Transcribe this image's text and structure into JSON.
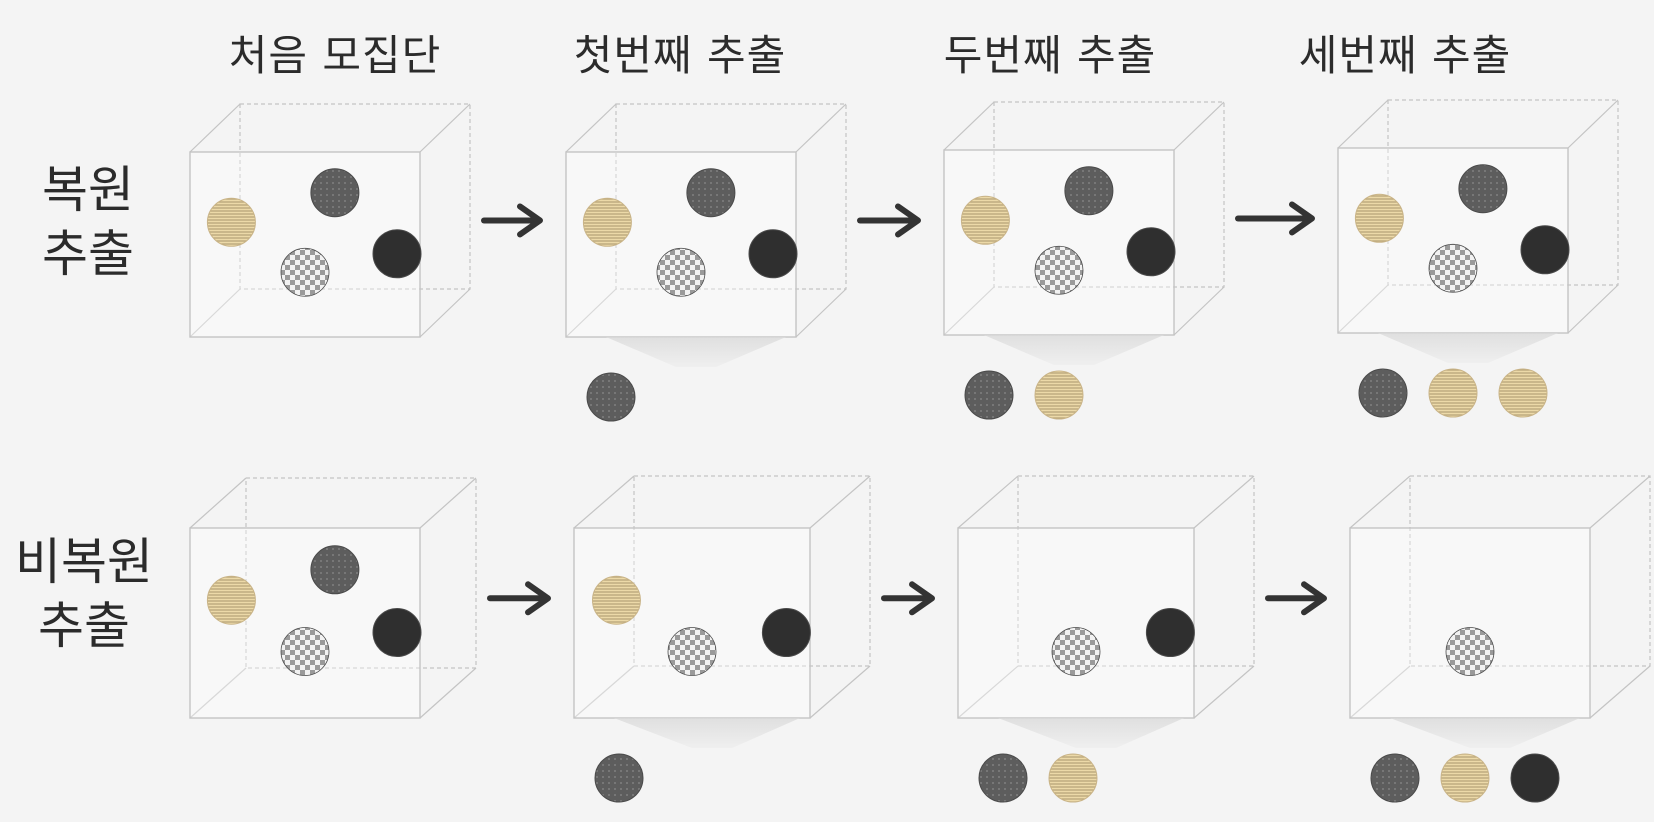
{
  "headers": [
    "처음 모집단",
    "첫번째 추출",
    "두번째 추출",
    "세번째 추출"
  ],
  "rows": [
    {
      "label_line1": "복원",
      "label_line2": "추출",
      "stages": [
        {
          "in_box": [
            "striped",
            "dotted",
            "checkered",
            "black"
          ],
          "drawn": []
        },
        {
          "in_box": [
            "striped",
            "dotted",
            "checkered",
            "black"
          ],
          "drawn": [
            "dotted"
          ]
        },
        {
          "in_box": [
            "striped",
            "dotted",
            "checkered",
            "black"
          ],
          "drawn": [
            "dotted",
            "striped"
          ]
        },
        {
          "in_box": [
            "striped",
            "dotted",
            "checkered",
            "black"
          ],
          "drawn": [
            "dotted",
            "striped",
            "striped"
          ]
        }
      ]
    },
    {
      "label_line1": "비복원",
      "label_line2": "추출",
      "stages": [
        {
          "in_box": [
            "striped",
            "dotted",
            "checkered",
            "black"
          ],
          "drawn": []
        },
        {
          "in_box": [
            "striped",
            "checkered",
            "black"
          ],
          "drawn": [
            "dotted"
          ]
        },
        {
          "in_box": [
            "checkered",
            "black"
          ],
          "drawn": [
            "dotted",
            "striped"
          ]
        },
        {
          "in_box": [
            "checkered"
          ],
          "drawn": [
            "dotted",
            "striped",
            "black"
          ]
        }
      ]
    }
  ],
  "arrow_icon": "right-arrow-icon",
  "colors": {
    "striped_fill": "#ecd9a8",
    "striped_line": "#b9a57a",
    "dotted": "#5d5d5d",
    "checkered_a": "#f2f2f2",
    "checkered_b": "#9a9a9a",
    "black": "#2f2f2f",
    "box_edge": "#c4c4c4",
    "arrow": "#333333"
  }
}
